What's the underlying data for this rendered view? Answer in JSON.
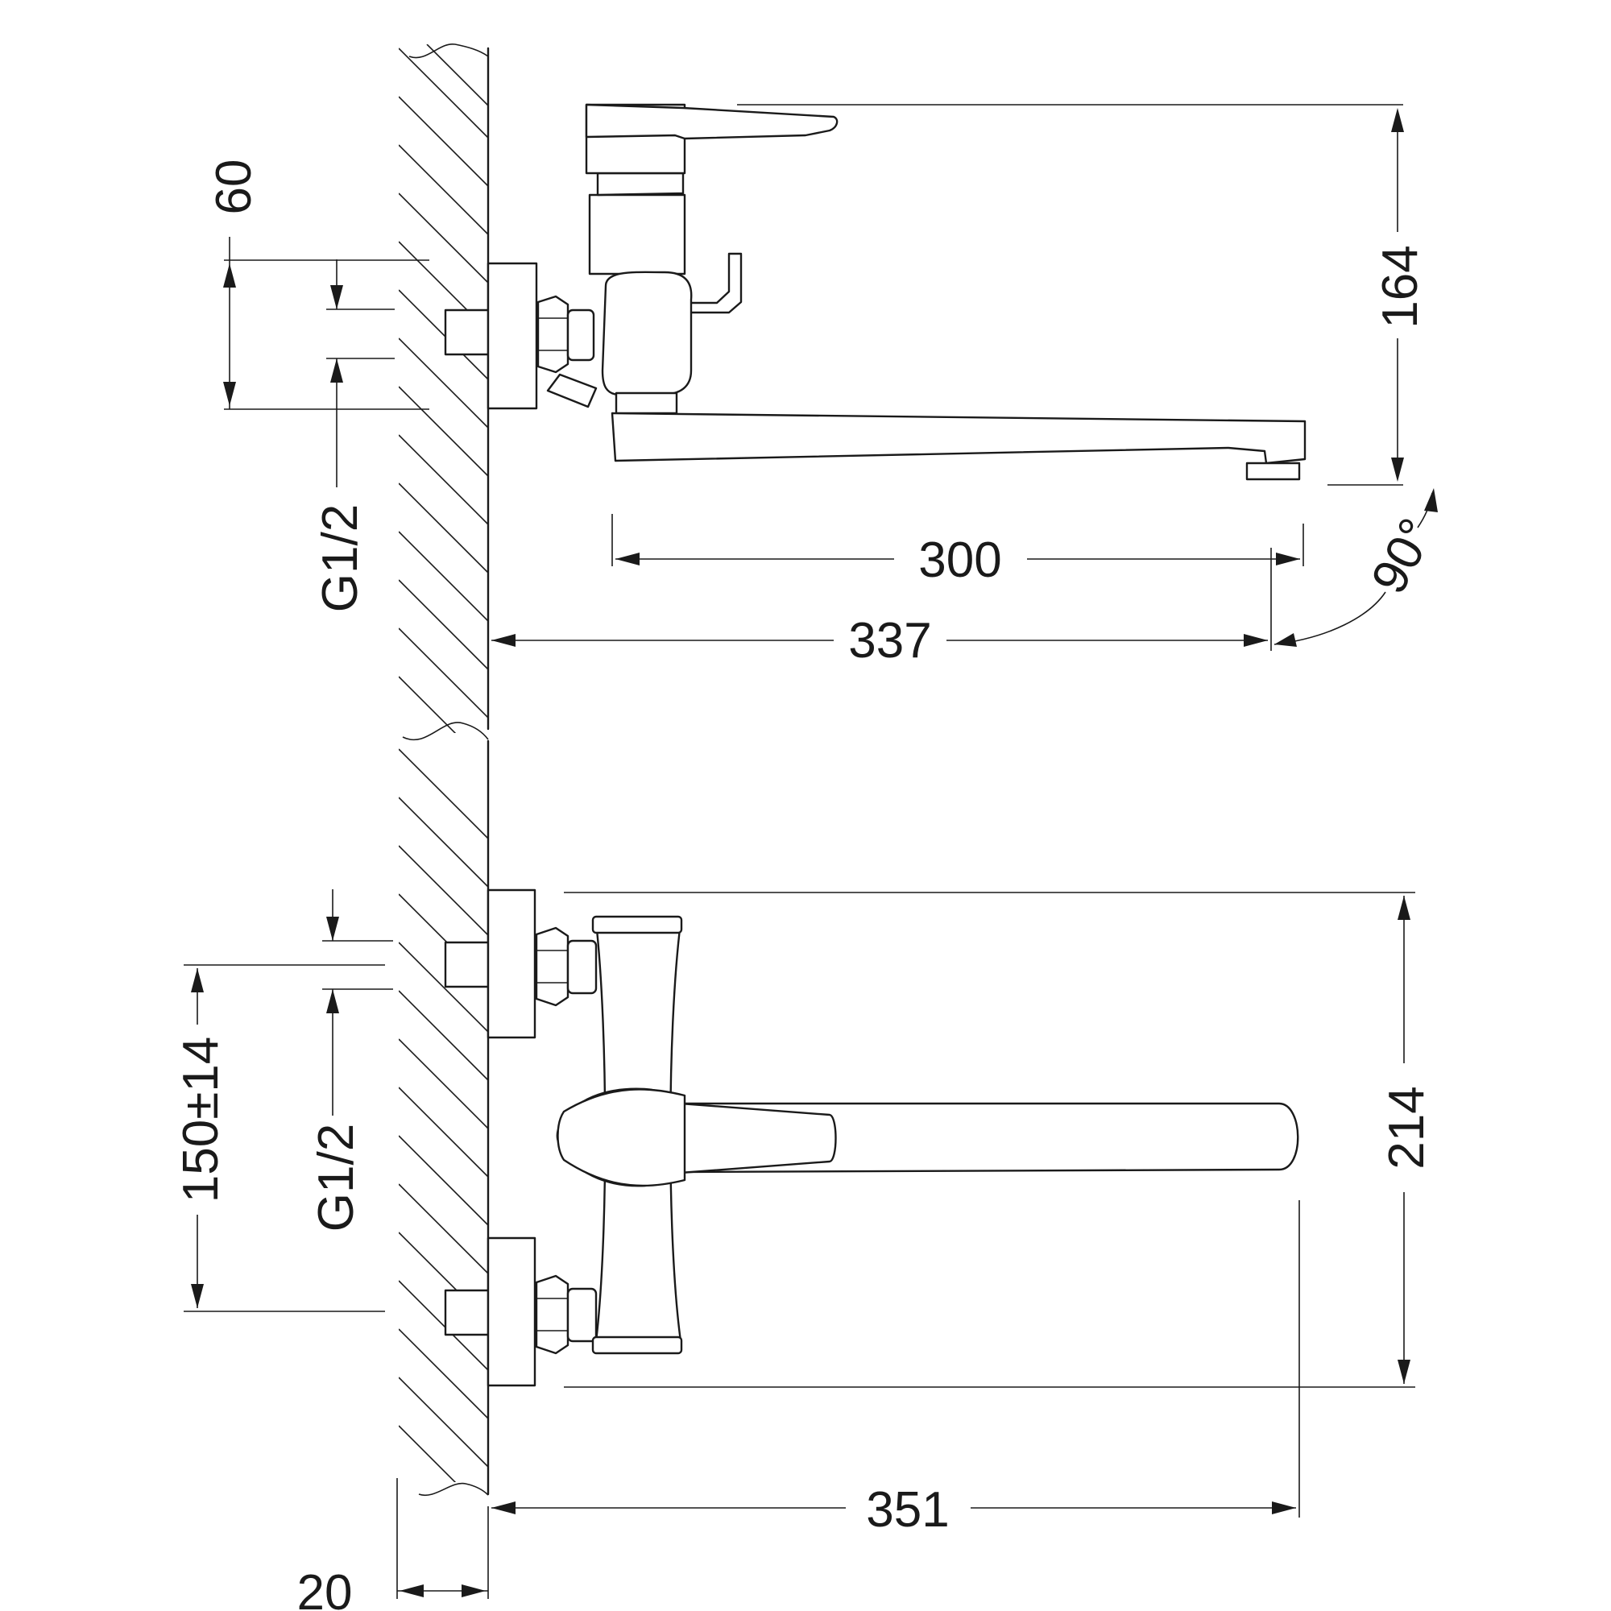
{
  "dimensions": {
    "top_height": "164",
    "inlet_center_height": "60",
    "top_thread": "G1/2",
    "spout_reach": "300",
    "spout_length": "337",
    "swivel_angle": "90°",
    "overall_width": "214",
    "inlet_spacing": "150±14",
    "bottom_thread": "G1/2",
    "overall_length": "351",
    "wall_offset": "20"
  }
}
